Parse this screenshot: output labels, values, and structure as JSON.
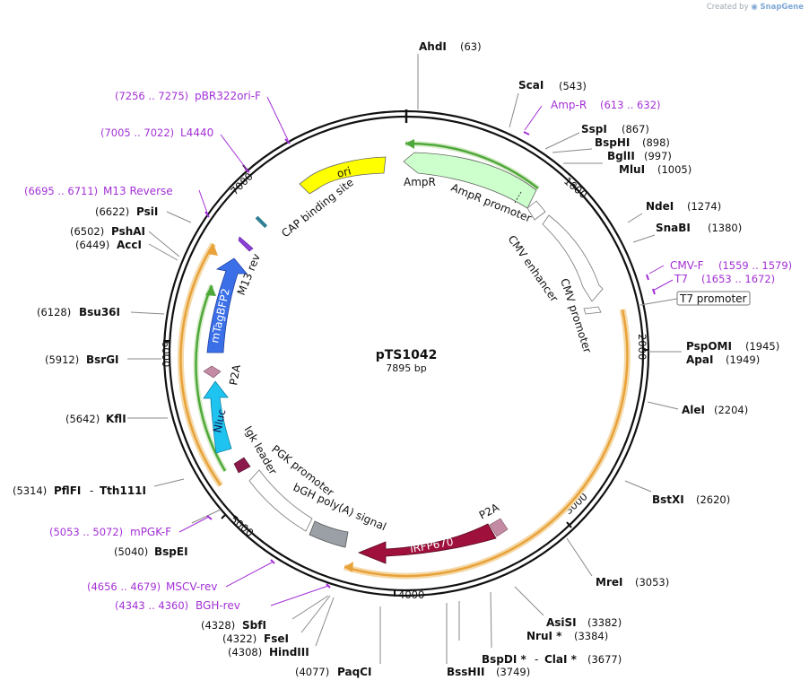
{
  "credit": {
    "prefix": "Created by",
    "brand": "SnapGene"
  },
  "plasmid": {
    "name": "pTS1042",
    "length_label": "7895 bp"
  },
  "ticks": [
    "1000",
    "2000",
    "3000",
    "5000",
    "6000",
    "7000"
  ],
  "enzymes": [
    {
      "name": "AhdI",
      "pos": "(63)"
    },
    {
      "name": "ScaI",
      "pos": "(543)"
    },
    {
      "name": "SspI",
      "pos": "(867)"
    },
    {
      "name": "BspHI",
      "pos": "(898)"
    },
    {
      "name": "BglII",
      "pos": "(997)"
    },
    {
      "name": "MluI",
      "pos": "(1005)"
    },
    {
      "name": "NdeI",
      "pos": "(1274)"
    },
    {
      "name": "SnaBI",
      "pos": "(1380)"
    },
    {
      "name": "PspOMI",
      "pos": "(1945)"
    },
    {
      "name": "ApaI",
      "pos": "(1949)"
    },
    {
      "name": "AleI",
      "pos": "(2204)"
    },
    {
      "name": "BstXI",
      "pos": "(2620)"
    },
    {
      "name": "MreI",
      "pos": "(3053)"
    },
    {
      "name": "AsiSI",
      "pos": "(3382)"
    },
    {
      "name": "NruI *",
      "pos": "(3384)"
    },
    {
      "name": "BspDI *",
      "pos": "(3677)",
      "sep": "-",
      "name2": "ClaI *"
    },
    {
      "name": "BssHII",
      "pos": "(3749)"
    },
    {
      "name": "PaqCI",
      "pos": "(4077)"
    },
    {
      "name": "HindIII",
      "pos": "(4308)"
    },
    {
      "name": "FseI",
      "pos": "(4322)"
    },
    {
      "name": "SbfI",
      "pos": "(4328)"
    },
    {
      "name": "BspEI",
      "pos": "(5040)"
    },
    {
      "name": "PflFI",
      "pos": "(5314)",
      "sep": "-",
      "name2": "Tth111I"
    },
    {
      "name": "KflI",
      "pos": "(5642)"
    },
    {
      "name": "BsrGI",
      "pos": "(5912)"
    },
    {
      "name": "Bsu36I",
      "pos": "(6128)"
    },
    {
      "name": "AccI",
      "pos": "(6449)"
    },
    {
      "name": "PshAI",
      "pos": "(6502)"
    },
    {
      "name": "PsiI",
      "pos": "(6622)"
    }
  ],
  "primers": [
    {
      "name": "Amp-R",
      "range": "(613 .. 632)"
    },
    {
      "name": "CMV-F",
      "range": "(1559 .. 1579)"
    },
    {
      "name": "T7",
      "range": "(1653 .. 1672)"
    },
    {
      "name": "mPGK-F",
      "range": "(5053 .. 5072)"
    },
    {
      "name": "MSCV-rev",
      "range": "(4656 .. 4679)"
    },
    {
      "name": "BGH-rev",
      "range": "(4343 .. 4360)"
    },
    {
      "name": "M13 Reverse",
      "range": "(6695 .. 6711)"
    },
    {
      "name": "L4440",
      "range": "(7005 .. 7022)"
    },
    {
      "name": "pBR322ori-F",
      "range": "(7256 .. 7275)"
    }
  ],
  "boxed_feature": "T7 promoter",
  "features": {
    "ori": "ori",
    "ampr": "AmpR",
    "ampr_promoter": "AmpR promoter",
    "cmv_enhancer": "CMV enhancer",
    "cmv_promoter": "CMV promoter",
    "cap_site": "CAP binding site",
    "m13_rev": "M13 rev",
    "mtagbfp2": "mTagBFP2",
    "p2a_a": "P2A",
    "nluc": "Nluc",
    "igk": "Igk leader",
    "pgk": "PGK promoter",
    "bgh": "bGH poly(A) signal",
    "irfp": "iRFP670",
    "p2a_b": "P2A"
  },
  "colors": {
    "ori": "#ffff00",
    "ampr": "#ccffcc",
    "cmv": "#ffffff",
    "mtagbfp2": "#3b6fe8",
    "nluc": "#1fc3ef",
    "p2a": "#c48ba4",
    "igk": "#8b1a4a",
    "irfp": "#a0103c",
    "bgh": "#9aa0a6",
    "orf_orange": "#e8a23a",
    "orf_green": "#4ea83a",
    "primer": "#a330d6",
    "cap": "#2f7f94"
  }
}
